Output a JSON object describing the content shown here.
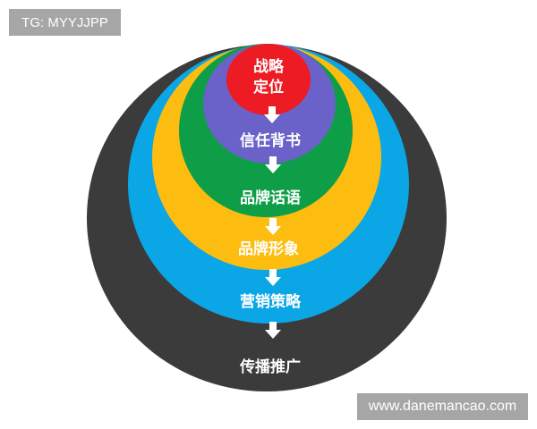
{
  "watermarks": {
    "top_left": "TG: MYYJJPP",
    "bottom_right": "www.danemancao.com"
  },
  "diagram": {
    "type": "nested-circles",
    "layers": [
      {
        "label": "传播推广",
        "color": "#3b3b3b"
      },
      {
        "label": "营销策略",
        "color": "#0aa6e6"
      },
      {
        "label": "品牌形象",
        "color": "#fdbd10"
      },
      {
        "label": "品牌话语",
        "color": "#0e9e48"
      },
      {
        "label": "信任背书",
        "color": "#6a62c8"
      },
      {
        "label_line1": "战略",
        "label_line2": "定位",
        "color": "#ec1b24"
      }
    ],
    "arrow_icon": "arrow-down-icon",
    "arrow_color": "#ffffff"
  }
}
